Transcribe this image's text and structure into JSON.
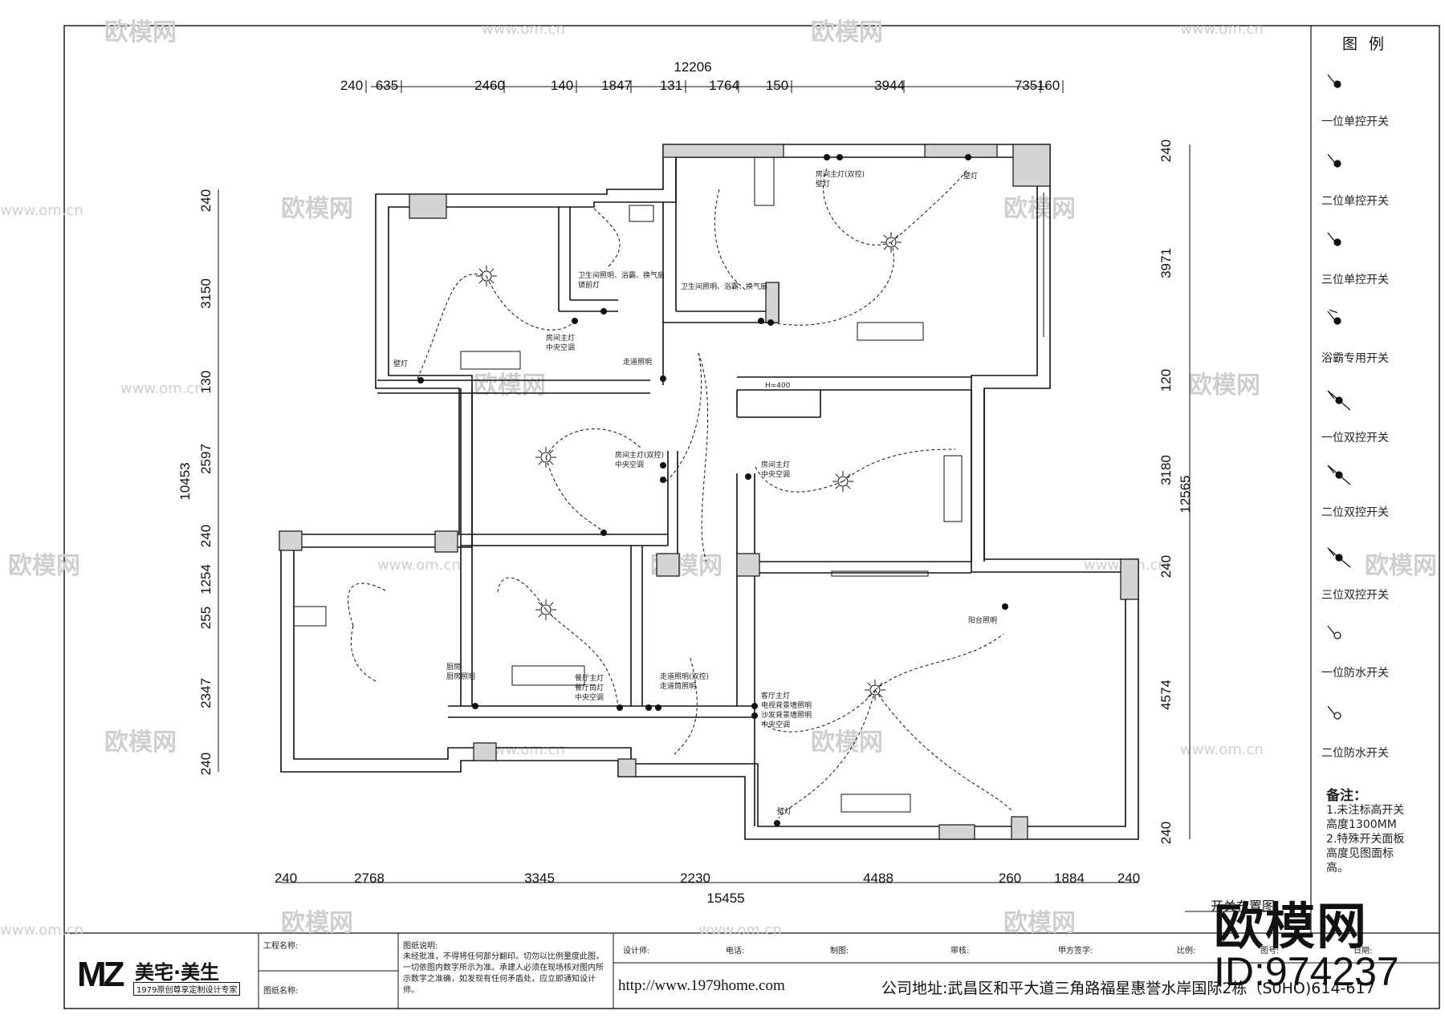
{
  "dims_top": {
    "total": "12206",
    "segments": [
      "240",
      "635",
      "2460",
      "140",
      "1847",
      "131",
      "1764",
      "150",
      "3944",
      "735",
      "160"
    ]
  },
  "dims_bottom": {
    "total": "15455",
    "segments": [
      "240",
      "2768",
      "3345",
      "2230",
      "4488",
      "260",
      "1884",
      "240"
    ]
  },
  "dims_left": {
    "total": "10453",
    "segments": [
      "240",
      "3150",
      "130",
      "2597",
      "240",
      "1254",
      "255",
      "2347",
      "240"
    ]
  },
  "dims_right": {
    "total": "12565",
    "segments": [
      "240",
      "3971",
      "120",
      "3180",
      "240",
      "4574",
      "240"
    ]
  },
  "room_labels": {
    "height_marker": "H=400",
    "bath1": "卫生间照明、浴霸、换气扇",
    "bath1b": "镜前灯",
    "bath2": "卫生间照明、浴霸、换气扇",
    "room_ne": "房间主灯(双控)",
    "room_ne_b": "壁灯",
    "wall_lamp_ne": "壁灯",
    "room_nw": "房间主灯",
    "room_nw_b": "中央空调",
    "wall_lamp_nw": "壁灯",
    "corridor": "走道照明",
    "room_mid": "房间主灯(双控)",
    "room_mid_b": "中央空调",
    "room_e": "房间主灯",
    "room_e_b": "中央空调",
    "dining": "餐厅主灯",
    "dining_b": "餐厅筒灯",
    "dining_c": "中央空调",
    "kitchen": "厨房",
    "kitchen_b": "厨房照明",
    "corridor2": "走道照明(双控)",
    "corridor2_b": "走道筒照明",
    "living": "客厅主灯",
    "living_b": "电视背景墙照明",
    "living_c": "沙发背景墙照明",
    "living_d": "中央空调",
    "balcony": "阳台照明",
    "wall_lamp_s": "壁灯"
  },
  "legend": {
    "title": "图 例",
    "items": [
      {
        "label": "一位单控开关",
        "icon": "switch-1gang-1way-icon"
      },
      {
        "label": "二位单控开关",
        "icon": "switch-2gang-1way-icon"
      },
      {
        "label": "三位单控开关",
        "icon": "switch-3gang-1way-icon"
      },
      {
        "label": "浴霸专用开关",
        "icon": "bath-heater-switch-icon"
      },
      {
        "label": "一位双控开关",
        "icon": "switch-1gang-2way-icon"
      },
      {
        "label": "二位双控开关",
        "icon": "switch-2gang-2way-icon"
      },
      {
        "label": "三位双控开关",
        "icon": "switch-3gang-2way-icon"
      },
      {
        "label": "一位防水开关",
        "icon": "waterproof-switch-1-icon"
      },
      {
        "label": "二位防水开关",
        "icon": "waterproof-switch-2-icon"
      }
    ]
  },
  "notes": {
    "title": "备注：",
    "line1": "1.未注标高开关高度1300MM",
    "line2": "2.特殊开关面板高度见图面标高。"
  },
  "plan_title": "开关布置图",
  "title_block": {
    "project_name": "工程名称:",
    "drawing_name": "图纸名称:",
    "notes_title": "图纸说明:",
    "notes_body": "未经批准，不得将任何部分翻印。切勿以比例量度此图，一切依图内数字所示为准。承建人必须在现场核对图内所示数字之准确，如发现有任何矛盾处，应立即通知设计师。",
    "designer": "设计师:",
    "phone": "电话:",
    "drafter": "制图:",
    "reviewer": "审核:",
    "client_sign": "甲方签字:",
    "scale": "比例:",
    "drawing_no": "图号:",
    "date": "日期:",
    "url": "http://www.1979home.com",
    "address": "公司地址:武昌区和平大道三角路福星惠誉水岸国际2栋（S0HO)614-617"
  },
  "logo": {
    "mark": "MZ",
    "name": "美宅·美生",
    "subtitle": "1979原创尊享定制设计专家"
  },
  "watermark": {
    "brand": "欧模网",
    "domain": "www.om.cn",
    "id": "ID:974237"
  }
}
